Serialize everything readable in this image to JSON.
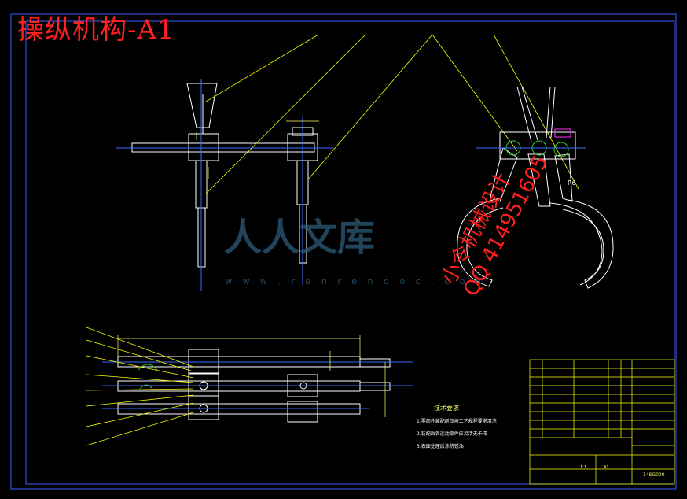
{
  "drawing": {
    "title": "操纵机构-A1",
    "watermark": {
      "brand": "人人文库",
      "url": "w w w . r e n r e n d o c . c o m"
    },
    "stamp": {
      "line1": "小令机械设计",
      "line2": "QQ 414951605"
    },
    "dimension_label": "R6",
    "technical_requirements": {
      "heading": "技术要求",
      "items": [
        "1.零部件装配前应按工艺规程要求清洗",
        "2.装配后各运动部件应灵活无卡滞",
        "3.表面处理后涂防锈油"
      ]
    },
    "title_block": {
      "drawing_no": "14SG000",
      "scale": "1:1",
      "sheet_size": "A1"
    },
    "colors": {
      "background": "#000000",
      "line_white": "#ffffff",
      "line_yellow": "#ffff00",
      "centerline_blue": "#3a6bff",
      "frame_blue": "#3b5bff",
      "title_red": "#ff2020",
      "watermark": "#2c5b7a",
      "accent_green": "#33cc33",
      "accent_magenta": "#ff33ff"
    }
  }
}
